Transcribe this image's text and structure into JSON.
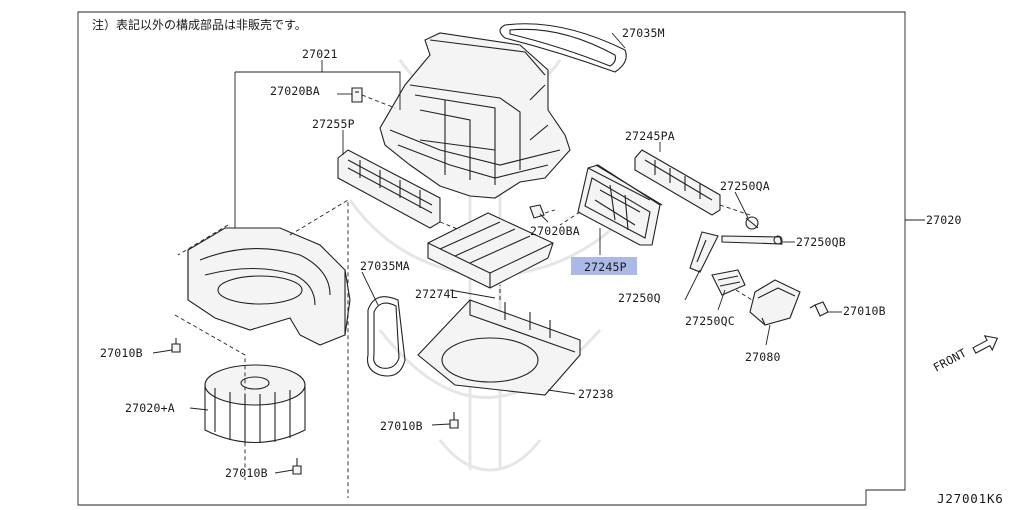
{
  "note": "注）表記以外の構成部品は非販売です。",
  "diagram_ref": "J27001K6",
  "front_label": "FRONT",
  "highlight_color": "#aab9e6",
  "parts": {
    "p27035M": "27035M",
    "p27021": "27021",
    "p27020BA_top": "27020BA",
    "p27255P": "27255P",
    "p27245PA": "27245PA",
    "p27250QA": "27250QA",
    "p27250QB": "27250QB",
    "p27020": "27020",
    "p27020BA_mid": "27020BA",
    "p27245P": "27245P",
    "p27035MA": "27035MA",
    "p27274L": "27274L",
    "p27250Q": "27250Q",
    "p27250QC": "27250QC",
    "p27010B_right": "27010B",
    "p27080": "27080",
    "p27010B_left": "27010B",
    "p27238": "27238",
    "p27020A": "27020+A",
    "p27010B_mid": "27010B",
    "p27010B_bottom": "27010B"
  }
}
